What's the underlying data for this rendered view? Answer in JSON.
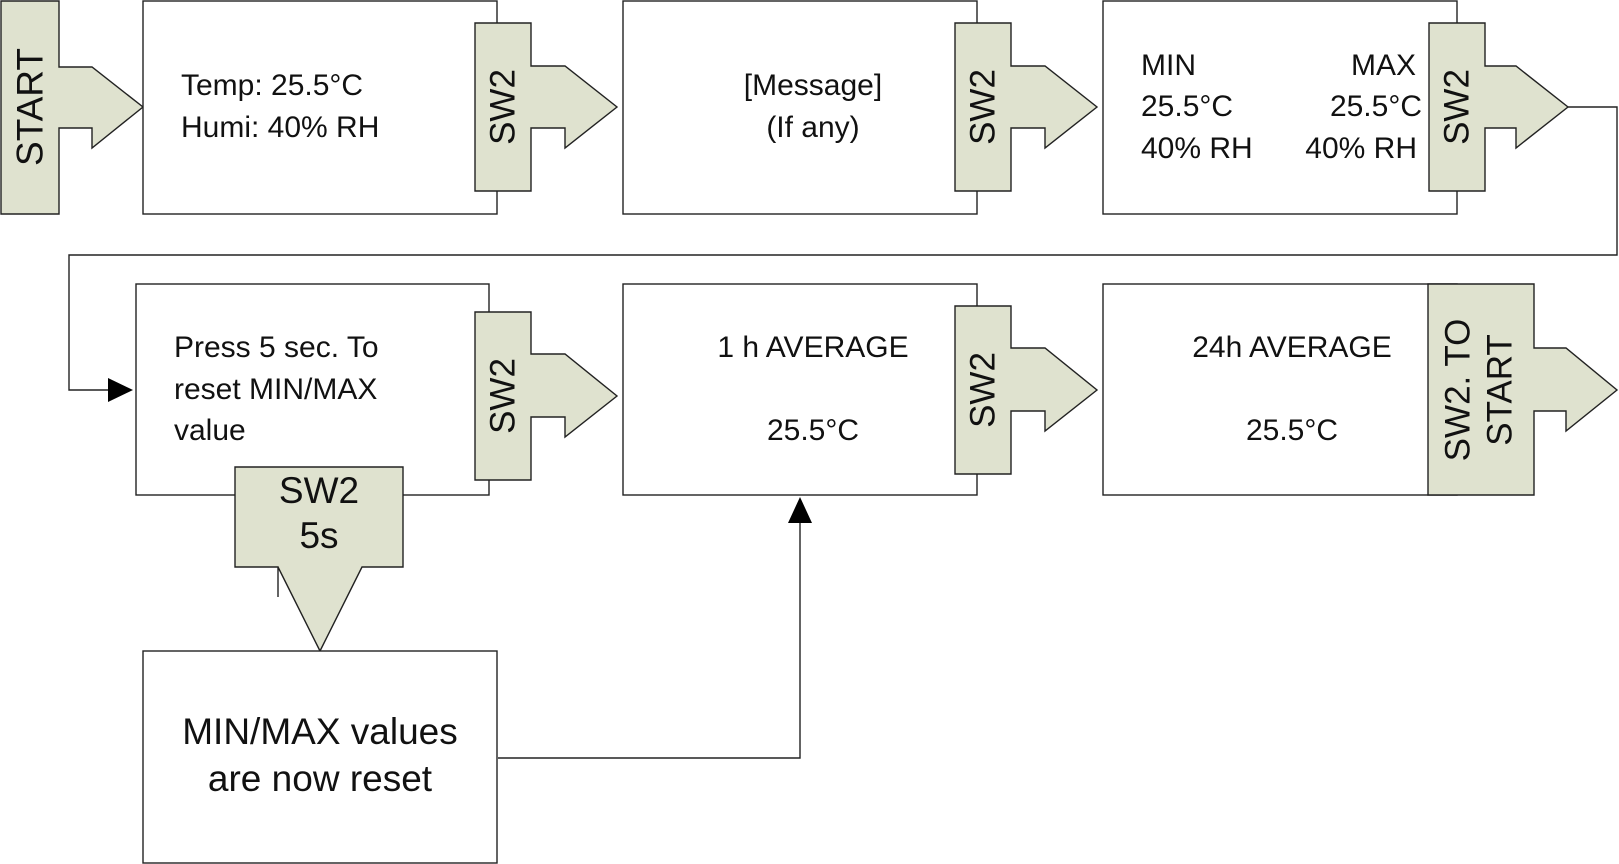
{
  "start_label": "START",
  "screens": {
    "temp_humi": {
      "line1": "Temp: 25.5°C",
      "line2": "Humi: 40% RH"
    },
    "message": {
      "line1": "[Message]",
      "line2": "(If any)"
    },
    "minmax": {
      "min_label": "MIN",
      "max_label": "MAX",
      "min_temp": "25.5°C",
      "max_temp": "25.5°C",
      "min_humi": "40% RH",
      "max_humi": "40% RH"
    },
    "reset_prompt": {
      "line1": "Press 5 sec. To",
      "line2": "reset MIN/MAX",
      "line3": "value"
    },
    "avg_1h": {
      "title": "1 h AVERAGE",
      "value": "25.5°C"
    },
    "avg_24h": {
      "title": "24h AVERAGE",
      "value": "25.5°C"
    },
    "reset_done": {
      "line1": "MIN/MAX values",
      "line2": "are now reset"
    }
  },
  "buttons": {
    "sw2": "SW2",
    "sw2_hold_line1": "SW2",
    "sw2_hold_line2": "5s",
    "sw2_to_start_line1": "SW2. TO",
    "sw2_to_start_line2": "START"
  },
  "colors": {
    "arrow_fill": "#dfe2cf",
    "stroke": "#222222",
    "background": "#ffffff"
  }
}
